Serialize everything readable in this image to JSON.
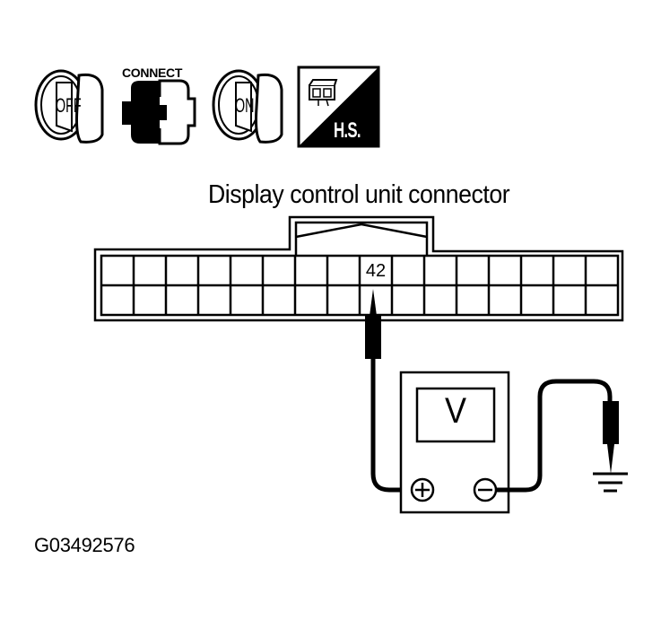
{
  "icons": {
    "ignition_off": {
      "label": "OFF",
      "icon": "ignition-key-off-icon"
    },
    "connect": {
      "label": "CONNECT",
      "icon": "connector-connect-icon"
    },
    "ignition_on": {
      "label": "ON",
      "icon": "ignition-key-on-icon"
    },
    "harness_side": {
      "label": "H.S.",
      "icon": "harness-side-connector-icon"
    }
  },
  "connector": {
    "title": "Display control unit connector",
    "rows": 2,
    "columns": 16,
    "highlighted_pin": "42",
    "highlighted_pin_column": 9,
    "highlighted_pin_row": 1
  },
  "meter": {
    "display": "V",
    "positive_terminal": "+",
    "negative_terminal": "−",
    "type": "voltmeter"
  },
  "ground": {
    "icon": "ground-symbol-icon"
  },
  "figure_code": "G03492576"
}
